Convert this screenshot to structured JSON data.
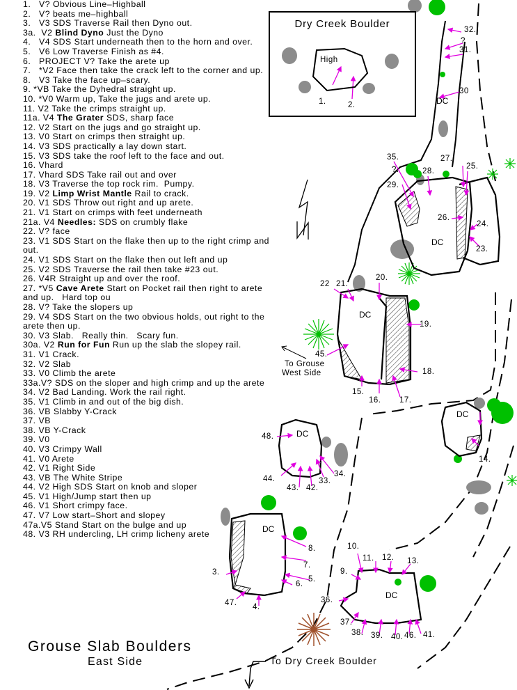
{
  "map": {
    "title": "Grouse Slab Boulders",
    "subtitle": "East Side",
    "inset_title": "Dry Creek Boulder",
    "inset_high": "High",
    "inset_labels": [
      "1.",
      "2."
    ],
    "to_dry_creek": "To Dry Creek Boulder",
    "to_grouse_west_1": "To Grouse",
    "to_grouse_west_2": "West Side",
    "dc": "DC",
    "colors": {
      "tree": "#00c000",
      "rock": "#8c8c8c",
      "arrow": "#e000e0",
      "bush": "#a0522d"
    }
  },
  "routes": [
    {
      "t": "1.   V? Obvious Line–Highball"
    },
    {
      "t": "2.   V? beats me–highball"
    },
    {
      "t": "3.   V3 SDS Traverse Rail then Dyno out."
    },
    {
      "t": "3a.  V2 ",
      "b": "Blind Dyno",
      "a": " Just the Dyno"
    },
    {
      "t": "4.   V4 SDS Start underneath then to the horn and over."
    },
    {
      "t": "5.   V6 Low Traverse Finish as #4."
    },
    {
      "t": "6.   PROJECT V? Take the arete up"
    },
    {
      "t": "7.   *V2 Face then take the crack left to the corner and up."
    },
    {
      "t": "8.   V3 Take the face up–scary."
    },
    {
      "t": "9. *VB Take the Dyhedral straight up."
    },
    {
      "t": "10. *V0 Warm up, Take the jugs and arete up."
    },
    {
      "t": "11. V2 Take the crimps straight up."
    },
    {
      "t": "11a. V4 ",
      "b": "The Grater",
      "a": " SDS, sharp face"
    },
    {
      "t": "12. V2 Start on the jugs and go straight up."
    },
    {
      "t": "13. V0 Start on crimps then straight up."
    },
    {
      "t": "14. V3 SDS practically a lay down start."
    },
    {
      "t": "15. V3 SDS take the roof left to the face and out."
    },
    {
      "t": "16. Vhard"
    },
    {
      "t": "17. Vhard SDS Take rail out and over"
    },
    {
      "t": "18. V3 Traverse the top rock rim.  Pumpy."
    },
    {
      "t": "19. V2 ",
      "b": "Limp Wrist Mantle",
      "a": " Rail to crack."
    },
    {
      "t": "20. V1 SDS Throw out right and up arete."
    },
    {
      "t": "21. V1 Start on crimps with feet underneath"
    },
    {
      "t": "21a. V4 ",
      "b": "Needles:",
      "a": " SDS on crumbly flake"
    },
    {
      "t": "22. V? face"
    },
    {
      "t": "23. V1 SDS Start on the flake then up to the right crimp and out."
    },
    {
      "t": "24. V1 SDS Start on the flake then out left and up"
    },
    {
      "t": "25. V2 SDS Traverse the rail then take #23 out."
    },
    {
      "t": "26. V4R Straight up and over the roof."
    },
    {
      "t": "27. *V5 ",
      "b": "Cave Arete",
      "a": " Start on Pocket rail then right to arete and up.   Hard top ou"
    },
    {
      "t": "28. V? Take the slopers up"
    },
    {
      "t": "29. V4 SDS Start on the two obvious holds, out right to the arete then up."
    },
    {
      "t": "30. V3 Slab.   Really thin.   Scary fun."
    },
    {
      "t": "30a. V2 ",
      "b": "Run for Fun",
      "a": " Run up the slab the slopey rail."
    },
    {
      "t": "31. V1 Crack."
    },
    {
      "t": "32. V2 Slab"
    },
    {
      "t": "33. V0 Climb the arete"
    },
    {
      "t": "33a.V? SDS on the sloper and high crimp and up the arete"
    },
    {
      "t": "34. V2 Bad Landing. Work the rail right."
    },
    {
      "t": "35. V1 Climb in and out of the big dish."
    },
    {
      "t": "36. VB Slabby Y-Crack"
    },
    {
      "t": "37. VB"
    },
    {
      "t": "38. VB Y-Crack"
    },
    {
      "t": "39. V0"
    },
    {
      "t": "40. V3 Crimpy Wall"
    },
    {
      "t": "41. V0 Arete"
    },
    {
      "t": "42. V1 Right Side"
    },
    {
      "t": "43. VB The White Stripe"
    },
    {
      "t": "44. V2 High SDS Start on knob and sloper"
    },
    {
      "t": "45. V1 High/Jump start then up"
    },
    {
      "t": "46. V1 Short crimpy face."
    },
    {
      "t": "47. V7 Low start–Short and slopey"
    },
    {
      "t": "47a.V5 Stand Start on the bulge and up"
    },
    {
      "t": "48. V3 RH undercling, LH crimp licheny arete"
    }
  ],
  "labels": [
    "32.",
    "?",
    "31.",
    "30",
    "35.",
    "27.",
    "25.",
    "?.",
    "28.",
    "29.",
    "26.",
    "24.",
    "23.",
    "22",
    "21.",
    "20.",
    "19.",
    "45.",
    "18.",
    "15.",
    "16.",
    "17.",
    "14.",
    "48.",
    "44.",
    "43.",
    "42.",
    "33.",
    "34.",
    "8.",
    "7.",
    "3.",
    "6.",
    "5.",
    "47.",
    "4.",
    "10.",
    "11.",
    "12.",
    "13.",
    "9.",
    "36.",
    "37.",
    "38.",
    "39.",
    "40.",
    "46.",
    "41."
  ]
}
